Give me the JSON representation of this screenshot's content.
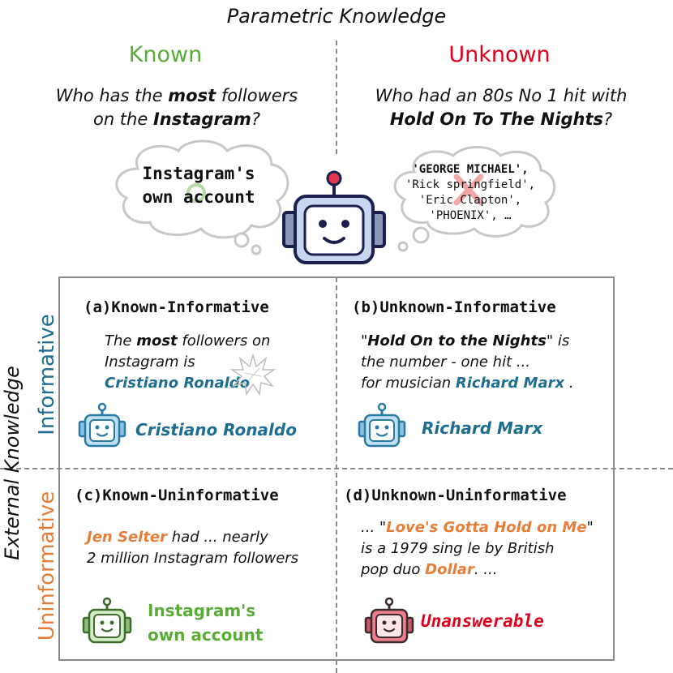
{
  "header": {
    "title": "Parametric Knowledge",
    "known_label": "Known",
    "unknown_label": "Unknown"
  },
  "side": {
    "title": "External Knowledge",
    "informative": "Informative",
    "uninformative": "Uninformative"
  },
  "known_question": {
    "pre": "Who has the ",
    "bold1": "most",
    "mid": " followers",
    "line2_pre": "on the ",
    "bold2": "Instagram",
    "line2_post": "?"
  },
  "unknown_question": {
    "line1": "Who had an 80s No 1 hit with",
    "bold": "Hold On  To The Nights",
    "end": "?"
  },
  "known_cloud": {
    "line1": "Instagram's",
    "line2": "own account"
  },
  "unknown_cloud": {
    "c1": "'GEORGE MICHAEL',",
    "c2": "'Rick springfield',",
    "c3": "'Eric Clapton',",
    "c4": "'PHOENIX', …"
  },
  "cells": {
    "a": {
      "title": "(a)Known-Informative",
      "ctx_l1_pre": "The ",
      "ctx_l1_bold": "most",
      "ctx_l1_post": " followers on",
      "ctx_l2": "Instagram is",
      "ctx_l3": "Cristiano Ronaldo",
      "answer": "Cristiano Ronaldo"
    },
    "b": {
      "title": "(b)Unknown-Informative",
      "ctx_l1_q1": "\"",
      "ctx_l1_bold": "Hold On to the Nights",
      "ctx_l1_post": "\" is",
      "ctx_l2": "the number - one hit ...",
      "ctx_l3_pre": "for musician ",
      "ctx_l3_name": "Richard Marx",
      "ctx_l3_post": " .",
      "answer": "Richard Marx"
    },
    "c": {
      "title": "(c)Known-Uninformative",
      "ctx_l1_name": "Jen Selter",
      "ctx_l1_post": " had ... nearly",
      "ctx_l2": "2 million Instagram followers",
      "answer_l1": "Instagram's",
      "answer_l2": "own account"
    },
    "d": {
      "title": "(d)Unknown-Uninformative",
      "ctx_l1_pre": "... \"",
      "ctx_l1_song": "Love's Gotta Hold on Me",
      "ctx_l1_post": "\"",
      "ctx_l2": "is a 1979 sing le by British",
      "ctx_l3_pre": "pop duo ",
      "ctx_l3_name": "Dollar",
      "ctx_l3_post": ". ...",
      "answer": "Unanswerable"
    }
  },
  "colors": {
    "known": "#5aab37",
    "unknown": "#e0001b",
    "informative": "#1f6d90",
    "uninformative": "#e67e39",
    "robot_main": "#c9d6ef",
    "robot_outline": "#1a1f4d"
  }
}
